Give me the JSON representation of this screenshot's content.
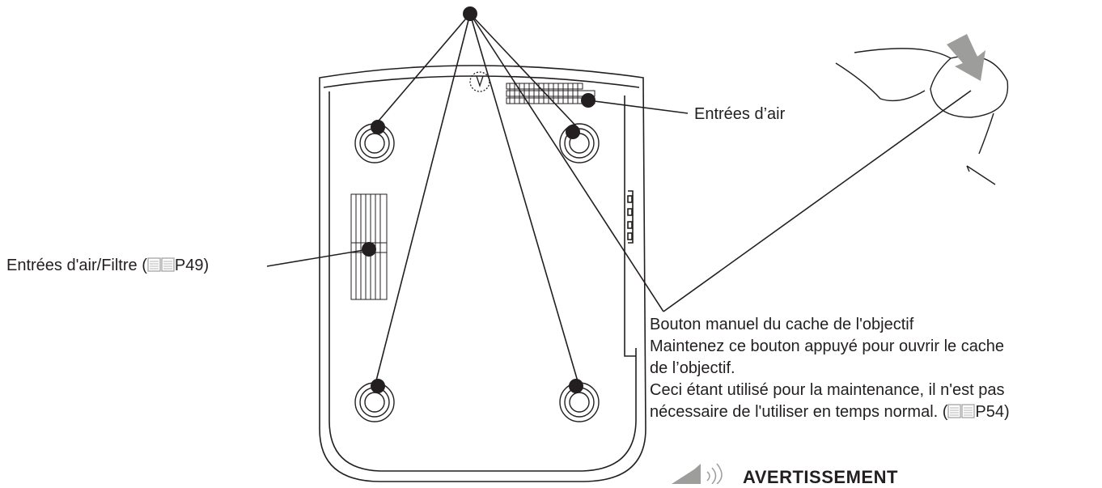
{
  "labels": {
    "air_intake": "Entrées d’air",
    "air_intake_filter_prefix": "Entrées d'air/Filtre (",
    "air_intake_filter_page": "P49)",
    "lens_button_title": "Bouton manuel du cache de l'objectif",
    "lens_button_line2": "Maintenez ce bouton appuyé pour ouvrir le cache",
    "lens_button_line3": "de l’objectif.",
    "lens_button_line4": "Ceci étant utilisé pour la maintenance, il n'est pas",
    "lens_button_line5_prefix": "nécessaire de l'utiliser en temps normal. (",
    "lens_button_line5_page": "P54)"
  },
  "warning": {
    "title": "AVERTISSEMENT",
    "icon": "speaker-warning-icon"
  },
  "icons": {
    "manual_reference": "book-reference-icon"
  },
  "colors": {
    "line": "#231f20",
    "background": "#ffffff",
    "arrow": "#9d9d9c"
  }
}
